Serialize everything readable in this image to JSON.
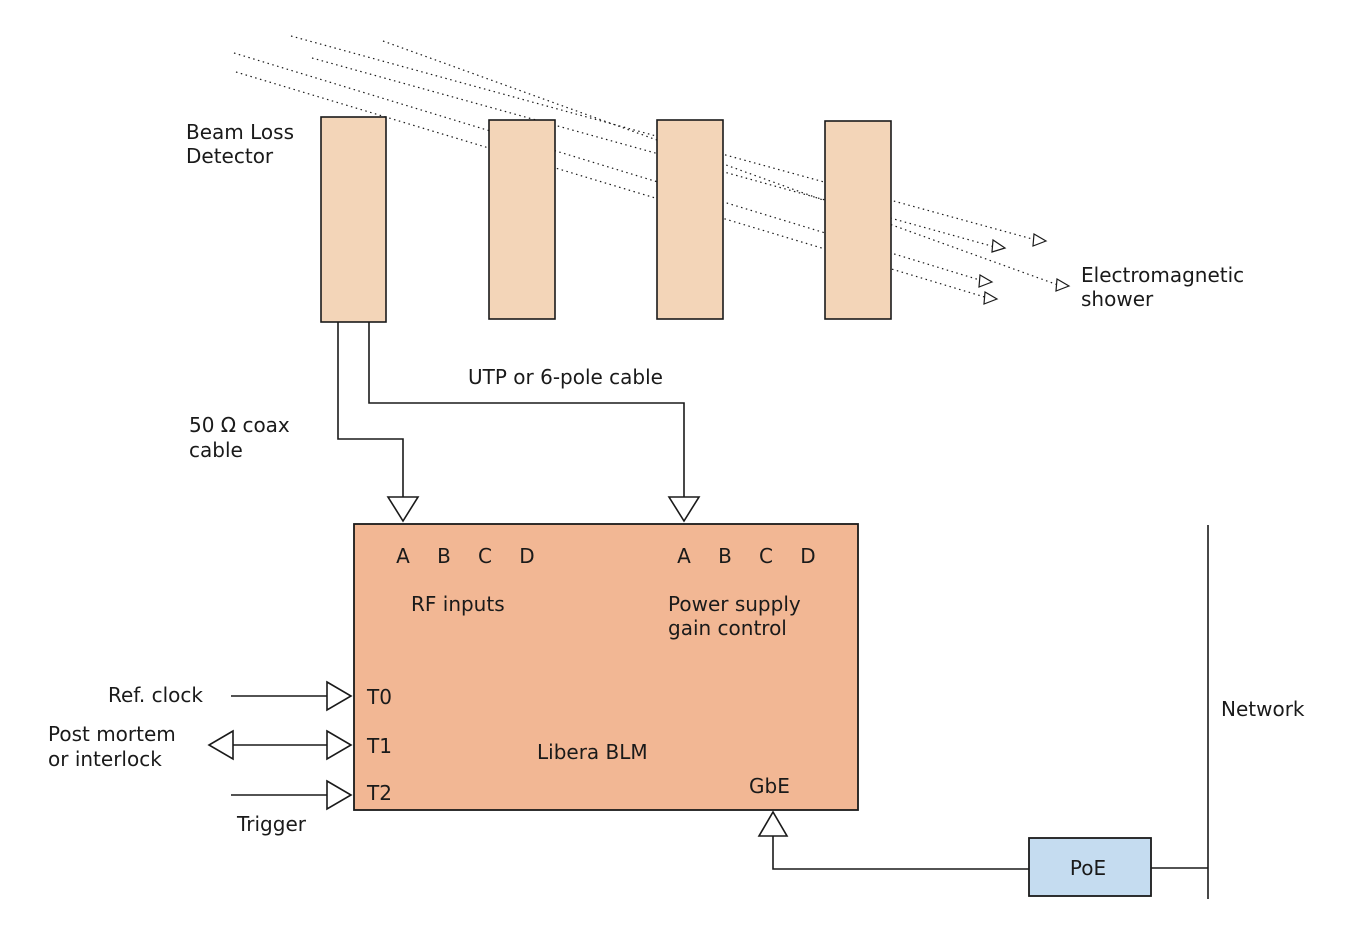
{
  "detector": {
    "label_line1": "Beam Loss",
    "label_line2": "Detector"
  },
  "shower": {
    "label_line1": "Electromagnetic",
    "label_line2": "shower"
  },
  "cables": {
    "utp_label": "UTP or 6-pole cable",
    "coax_line1": "50 Ω coax",
    "coax_line2": "cable"
  },
  "libera": {
    "name": "Libera BLM",
    "rf_ports": [
      "A",
      "B",
      "C",
      "D"
    ],
    "rf_label": "RF inputs",
    "ps_ports": [
      "A",
      "B",
      "C",
      "D"
    ],
    "ps_label_line1": "Power supply",
    "ps_label_line2": "gain control",
    "t0": "T0",
    "t1": "T1",
    "t2": "T2",
    "gbe": "GbE"
  },
  "signals": {
    "ref_clock": "Ref. clock",
    "post_mortem_line1": "Post mortem",
    "post_mortem_line2": "or interlock",
    "trigger": "Trigger"
  },
  "poe": {
    "label": "PoE"
  },
  "network": {
    "label": "Network"
  },
  "colors": {
    "detector_fill": "#f3d5b8",
    "libera_fill": "#f2b794",
    "poe_fill": "#c5dcf0",
    "line": "#1a1a1a"
  }
}
